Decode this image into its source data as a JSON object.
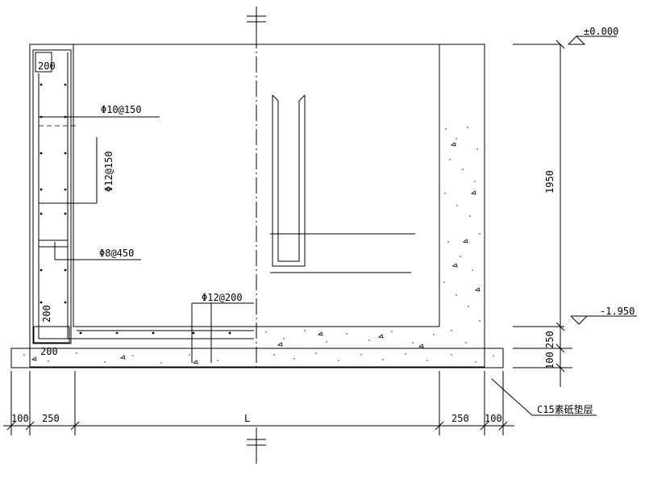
{
  "labels": {
    "top_center_symbol": "═",
    "bottom_center_symbol": "═",
    "box_top_200": "200",
    "box_bottom_200_vertical": "200",
    "box_bottom_200": "200",
    "rebar_top_wall_outer": "Φ10@150",
    "rebar_wall_vertical": "Φ12@150",
    "rebar_tie": "Φ8@450",
    "rebar_base": "Φ12@200",
    "elev_top": "±0.000",
    "elev_bottom": "-1.950",
    "dim_1950": "1950",
    "dim_250_right": "250",
    "dim_100_right": "100",
    "dim_bottom_100_left": "100",
    "dim_bottom_250_left": "250",
    "dim_bottom_L": "L",
    "dim_bottom_250_right": "250",
    "dim_bottom_100_right": "100",
    "cushion_label": "C15素砥垫层"
  }
}
